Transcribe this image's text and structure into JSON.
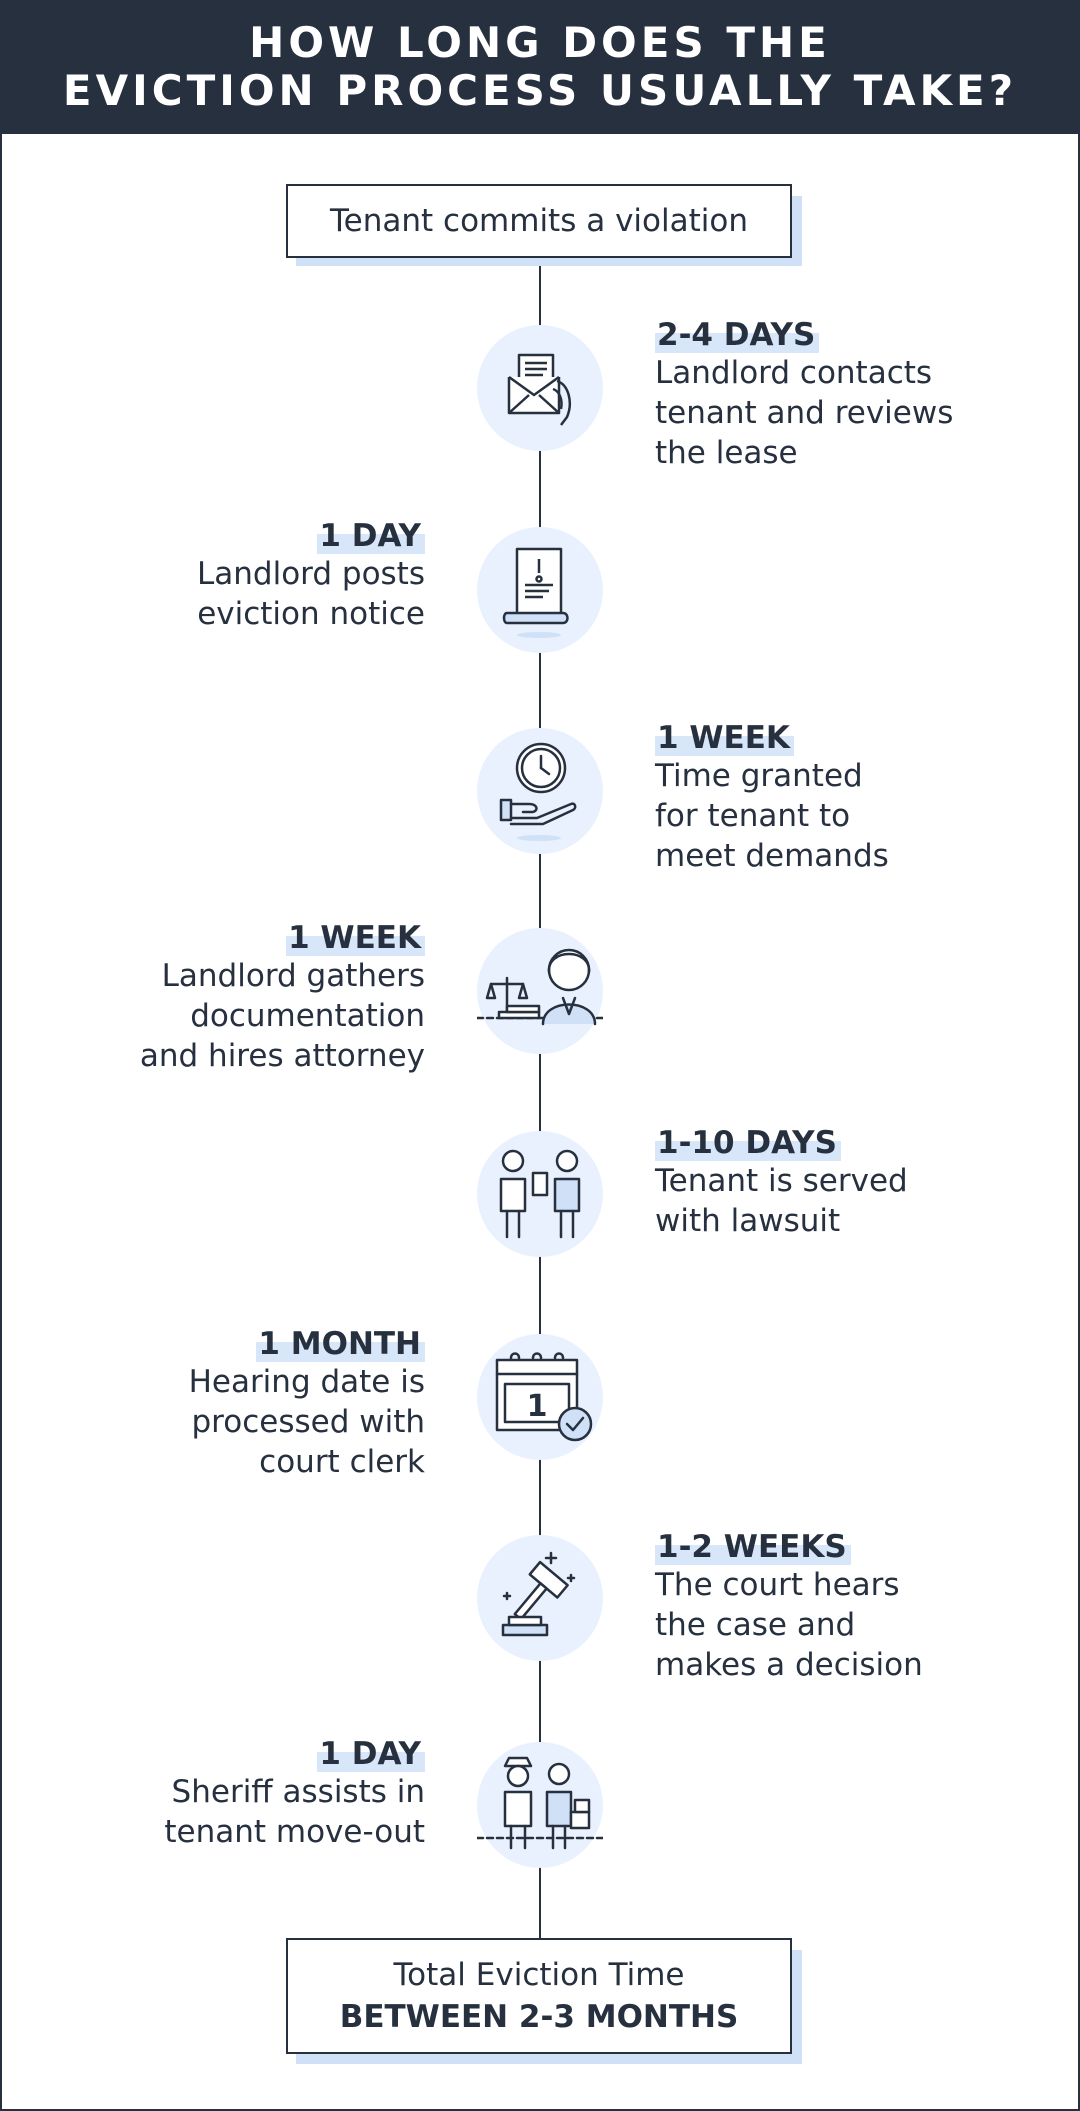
{
  "header": {
    "line1": "HOW LONG DOES THE",
    "line2": "EVICTION PROCESS USUALLY TAKE?"
  },
  "start_box": {
    "label": "Tenant commits a violation"
  },
  "steps": [
    {
      "duration": "2-4 DAYS",
      "lines": [
        "Landlord contacts",
        "tenant and reviews",
        "the lease"
      ],
      "side": "right",
      "icon": "envelope-letter-icon"
    },
    {
      "duration": "1 DAY",
      "lines": [
        "Landlord posts",
        "eviction notice"
      ],
      "side": "left",
      "icon": "notice-document-icon"
    },
    {
      "duration": "1 WEEK",
      "lines": [
        "Time granted",
        "for tenant to",
        "meet demands"
      ],
      "side": "right",
      "icon": "clock-hand-icon"
    },
    {
      "duration": "1 WEEK",
      "lines": [
        "Landlord gathers",
        "documentation",
        "and hires attorney"
      ],
      "side": "left",
      "icon": "scales-attorney-icon"
    },
    {
      "duration": "1-10 DAYS",
      "lines": [
        "Tenant is served",
        "with lawsuit"
      ],
      "side": "right",
      "icon": "serving-papers-icon"
    },
    {
      "duration": "1 MONTH",
      "lines": [
        "Hearing date is",
        "processed with",
        "court clerk"
      ],
      "side": "left",
      "icon": "calendar-check-icon"
    },
    {
      "duration": "1-2 WEEKS",
      "lines": [
        "The court hears",
        "the case and",
        "makes a decision"
      ],
      "side": "right",
      "icon": "gavel-icon"
    },
    {
      "duration": "1 DAY",
      "lines": [
        "Sheriff assists in",
        "tenant move-out"
      ],
      "side": "left",
      "icon": "sheriff-moveout-icon"
    }
  ],
  "end_box": {
    "line1": "Total Eviction Time",
    "line2": "BETWEEN 2-3 MONTHS"
  },
  "colors": {
    "navy": "#27303f",
    "circle_fill": "#e8f1fd",
    "highlight": "#d8e6f9",
    "shadow": "#cfe0f7"
  }
}
